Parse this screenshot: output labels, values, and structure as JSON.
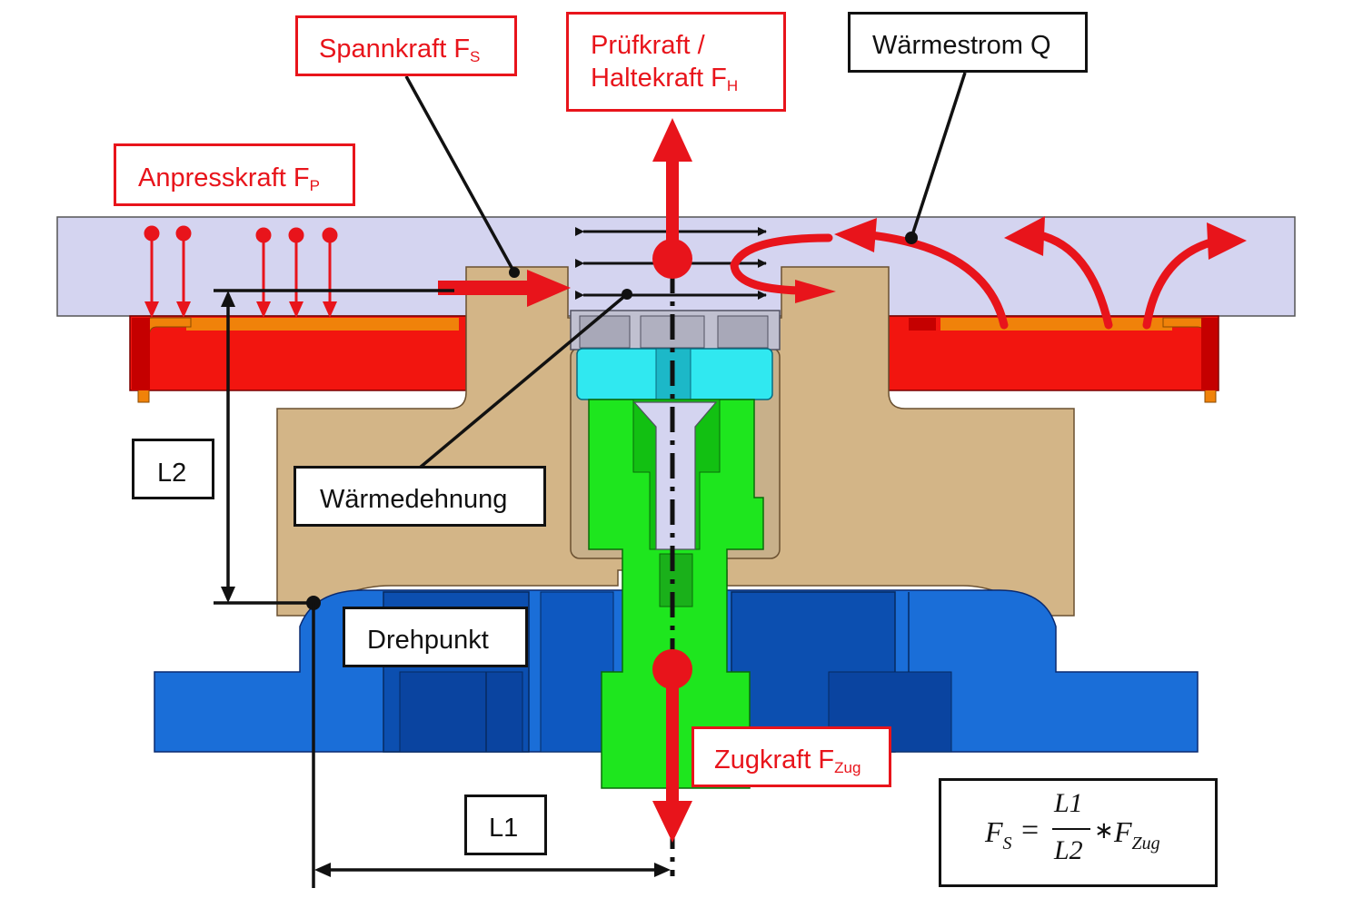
{
  "labels": {
    "spannkraft": {
      "main": "Spannkraft F",
      "sub": "S"
    },
    "pruefkraft": {
      "line1": "Prüfkraft /",
      "line2": "Haltekraft F",
      "sub": "H"
    },
    "waermestrom": {
      "text": "Wärmestrom Q"
    },
    "anpresskraft": {
      "main": "Anpresskraft F",
      "sub": "P"
    },
    "l2": {
      "text": "L2"
    },
    "waermedehnung": {
      "text": "Wärmedehnung"
    },
    "drehpunkt": {
      "text": "Drehpunkt"
    },
    "zugkraft": {
      "main": "Zugkraft F",
      "sub": "Zug"
    },
    "l1": {
      "text": "L1"
    }
  },
  "formula": {
    "lhs": "F",
    "lhs_sub": "S",
    "equals": "=",
    "numerator": "L1",
    "denominator": "L2",
    "operator": "∗",
    "rhs": "F",
    "rhs_sub": "Zug"
  },
  "colors": {
    "force_red": "#e8141b",
    "plate_lavender": "#d4d4f0",
    "housing_tan": "#d3b587",
    "heater_red": "#f2150f",
    "base_blue": "#1a6ed8",
    "shaft_green": "#1ee61e",
    "insulator_cyan": "#30e8f0",
    "contact_orange": "#f0820a"
  }
}
